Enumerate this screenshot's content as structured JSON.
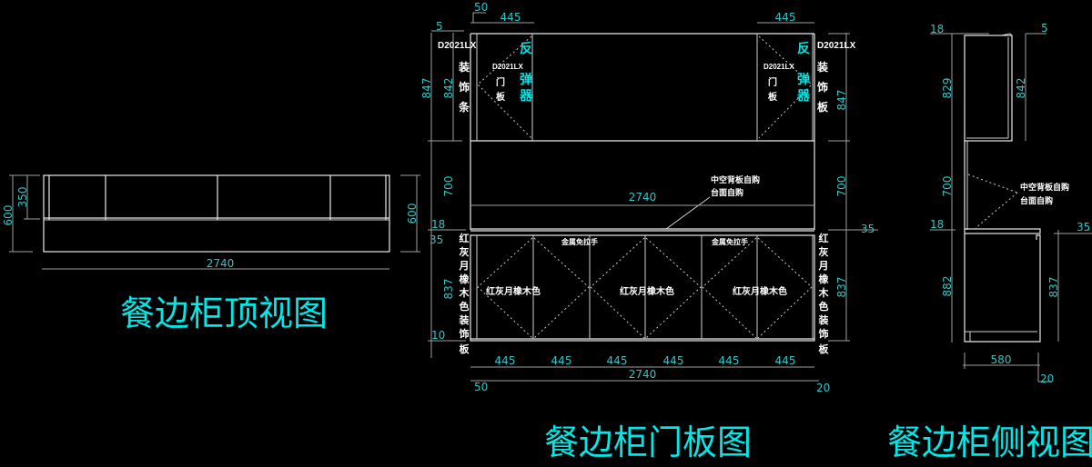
{
  "colors": {
    "background": "#000000",
    "lines": "#e8e8e8",
    "dimensions": "#2fc6c6",
    "titles": "#00e8e8",
    "labels": "#ffffff"
  },
  "top_view": {
    "title": "餐边柜顶视图",
    "dims": {
      "width": "2740",
      "left_total": "600",
      "left_upper": "350",
      "right_total": "600"
    }
  },
  "door_view": {
    "title": "餐边柜门板图",
    "dims": {
      "top_left_offset": "50",
      "top_left_door": "445",
      "top_right_door": "445",
      "top_left_small": "5",
      "left_847": "847",
      "left_842": "842",
      "right_847": "847",
      "left_700": "700",
      "right_700": "700",
      "mid_width": "2740",
      "left_18": "18",
      "left_35": "35",
      "right_35": "35",
      "left_837": "837",
      "right_837": "837",
      "left_10": "10",
      "bottom_doors": [
        "445",
        "445",
        "445",
        "445",
        "445",
        "445"
      ],
      "bottom_total": "2740",
      "bottom_left": "50",
      "bottom_right": "20"
    },
    "labels": {
      "left_code": "D2021LX",
      "left_strip": [
        "装",
        "饰",
        "条"
      ],
      "right_code": "D2021LX",
      "right_panel": [
        "装",
        "饰",
        "板"
      ],
      "door_code": "D2021LX",
      "door_text": [
        "门",
        "板"
      ],
      "rebound": [
        "反",
        "弹",
        "器"
      ],
      "backboard_note_1": "中空背板自购",
      "backboard_note_2": "台面自购",
      "handle": "金属免拉手",
      "lower_door_color": "红灰月橡木色",
      "side_panel": [
        "红",
        "灰",
        "月",
        "橡",
        "木",
        "色",
        "装",
        "饰",
        "板"
      ]
    }
  },
  "side_view": {
    "title": "餐边柜侧视图",
    "dims": {
      "top_18": "18",
      "top_5": "5",
      "upper_829": "829",
      "upper_842": "842",
      "mid_700": "700",
      "mid_18": "18",
      "right_35": "35",
      "lower_882": "882",
      "lower_837": "837",
      "depth_580": "580",
      "foot_20": "20"
    },
    "labels": {
      "note_1": "中空背板自购",
      "note_2": "台面自购"
    }
  }
}
